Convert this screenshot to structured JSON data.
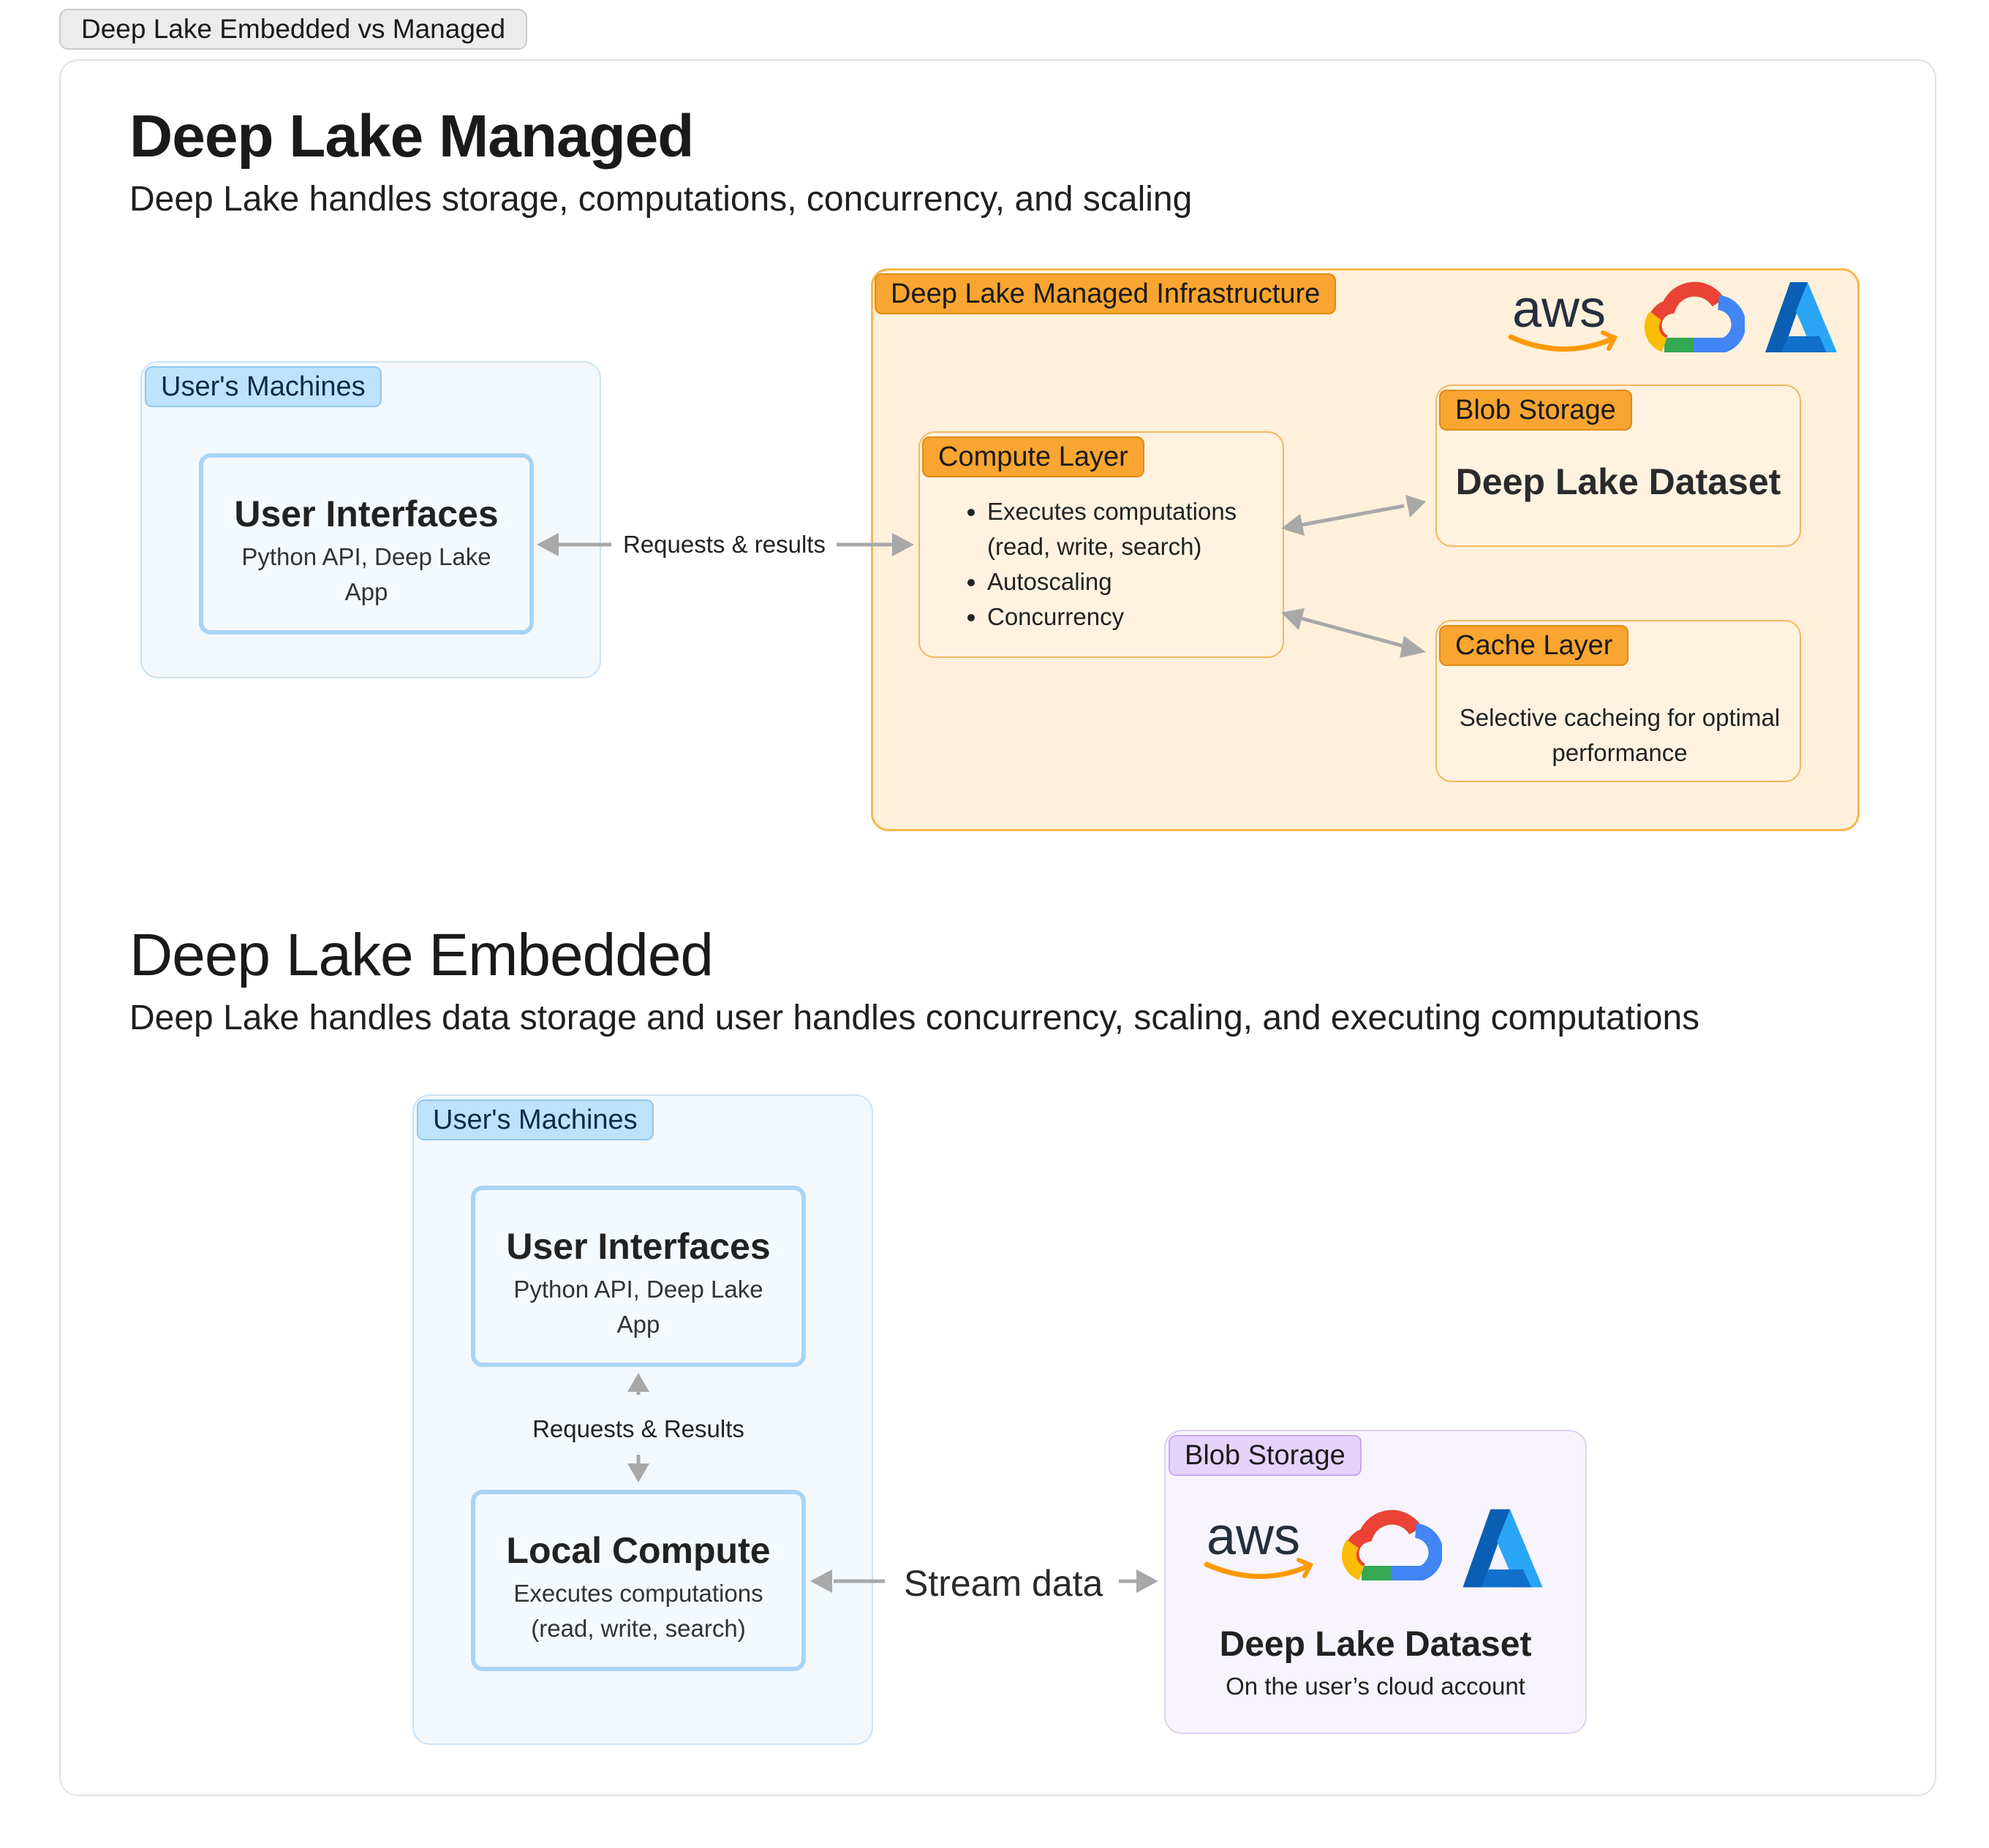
{
  "frame": {
    "title": "Deep Lake Embedded vs Managed"
  },
  "managed": {
    "title": "Deep Lake Managed",
    "subtitle": "Deep Lake handles storage, computations, concurrency, and scaling",
    "users_machines": {
      "tag": "User's Machines",
      "ui_title": "User Interfaces",
      "ui_sub": "Python API, Deep Lake App"
    },
    "arrow_label": "Requests & results",
    "infra": {
      "tag": "Deep Lake Managed Infrastructure",
      "logos": [
        "aws-logo",
        "google-cloud-logo",
        "azure-logo"
      ],
      "compute": {
        "tag": "Compute Layer",
        "bullets": [
          "Executes computations (read, write, search)",
          "Autoscaling",
          "Concurrency"
        ]
      },
      "blob": {
        "tag": "Blob Storage",
        "title": "Deep Lake Dataset"
      },
      "cache": {
        "tag": "Cache Layer",
        "text": "Selective cacheing for optimal performance"
      }
    }
  },
  "embedded": {
    "title": "Deep Lake Embedded",
    "subtitle": "Deep Lake handles data storage and user handles concurrency, scaling, and executing computations",
    "users_machines": {
      "tag": "User's Machines",
      "ui_title": "User Interfaces",
      "ui_sub": "Python API, Deep Lake App",
      "arrow_label": "Requests & Results",
      "compute_title": "Local Compute",
      "compute_sub": "Executes computations (read, write, search)"
    },
    "stream_label": "Stream data",
    "blob": {
      "tag": "Blob Storage",
      "logos": [
        "aws-logo",
        "google-cloud-logo",
        "azure-logo"
      ],
      "title": "Deep Lake Dataset",
      "sub": "On the user’s cloud account"
    }
  },
  "colors": {
    "blue_border": "#a9d5f5",
    "orange_accent": "#f9a531",
    "purple_tag": "#e6d3fb",
    "arrow_gray": "#a8a8a8"
  }
}
